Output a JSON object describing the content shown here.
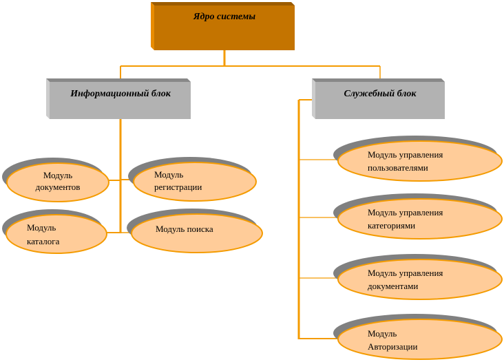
{
  "colors": {
    "connector": "#f49b00",
    "core_face": "#c47400",
    "core_top": "#9c5c00",
    "core_left": "#e98c00",
    "block_face": "#b2b2b2",
    "block_top": "#888888",
    "block_left": "#cccccc",
    "ellipse_fill": "#ffcc99",
    "ellipse_stroke": "#f49b00",
    "ellipse_shadow": "#808080"
  },
  "core": {
    "label": "Ядро системы"
  },
  "info_block": {
    "label": "Информационный блок",
    "modules": [
      {
        "lines": [
          "Модуль",
          "документов"
        ]
      },
      {
        "lines": [
          "Модуль",
          "регистрации"
        ]
      },
      {
        "lines": [
          "Модуль",
          "каталога"
        ]
      },
      {
        "lines": [
          "Модуль поиска"
        ]
      }
    ]
  },
  "service_block": {
    "label": "Служебный блок",
    "modules": [
      {
        "lines": [
          "Модуль управления",
          "пользователями"
        ]
      },
      {
        "lines": [
          "Модуль управления",
          "категориями"
        ]
      },
      {
        "lines": [
          "Модуль управления",
          "документами"
        ]
      },
      {
        "lines": [
          "Модуль",
          "Авторизации"
        ]
      }
    ]
  }
}
